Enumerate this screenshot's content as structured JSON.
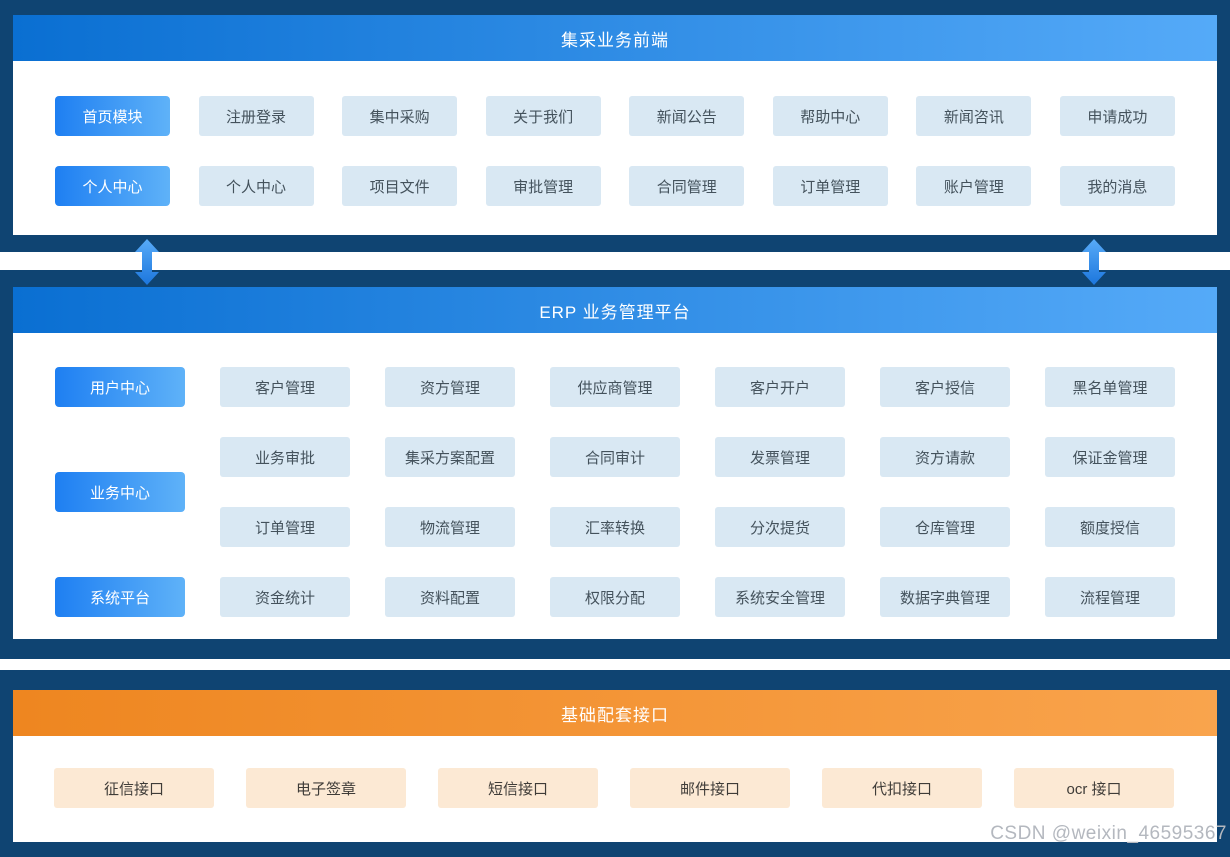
{
  "watermark": "CSDN @weixin_46595367",
  "colors": {
    "background_navy": "#0f4472",
    "blue_header_gradient_start": "#0a6fd2",
    "blue_header_gradient_end": "#55aaf8",
    "orange_header_gradient_start": "#ee8620",
    "orange_header_gradient_end": "#f9a44d",
    "highlight_button_gradient_start": "#1e7ff2",
    "highlight_button_gradient_end": "#5fb2f8",
    "blue_module_bg": "#d9e8f3",
    "blue_module_text": "#44525c",
    "orange_module_bg": "#fce9d4",
    "arrow_blue_top": "#58abf8",
    "arrow_blue_bottom": "#1c76dd"
  },
  "frontend": {
    "title": "集采业务前端",
    "rows": [
      {
        "items": [
          "首页模块",
          "注册登录",
          "集中采购",
          "关于我们",
          "新闻公告",
          "帮助中心",
          "新闻咨讯",
          "申请成功"
        ]
      },
      {
        "items": [
          "个人中心",
          "个人中心",
          "项目文件",
          "审批管理",
          "合同管理",
          "订单管理",
          "账户管理",
          "我的消息"
        ]
      }
    ]
  },
  "erp": {
    "title": "ERP 业务管理平台",
    "sidebar": [
      "用户中心",
      "业务中心",
      "系统平台"
    ],
    "rows": [
      [
        "客户管理",
        "资方管理",
        "供应商管理",
        "客户开户",
        "客户授信",
        "黑名单管理"
      ],
      [
        "业务审批",
        "集采方案配置",
        "合同审计",
        "发票管理",
        "资方请款",
        "保证金管理"
      ],
      [
        "订单管理",
        "物流管理",
        "汇率转换",
        "分次提货",
        "仓库管理",
        "额度授信"
      ],
      [
        "资金统计",
        "资料配置",
        "权限分配",
        "系统安全管理",
        "数据字典管理",
        "流程管理"
      ]
    ]
  },
  "interfaces": {
    "title": "基础配套接口",
    "items": [
      "征信接口",
      "电子签章",
      "短信接口",
      "邮件接口",
      "代扣接口",
      "ocr 接口"
    ]
  }
}
